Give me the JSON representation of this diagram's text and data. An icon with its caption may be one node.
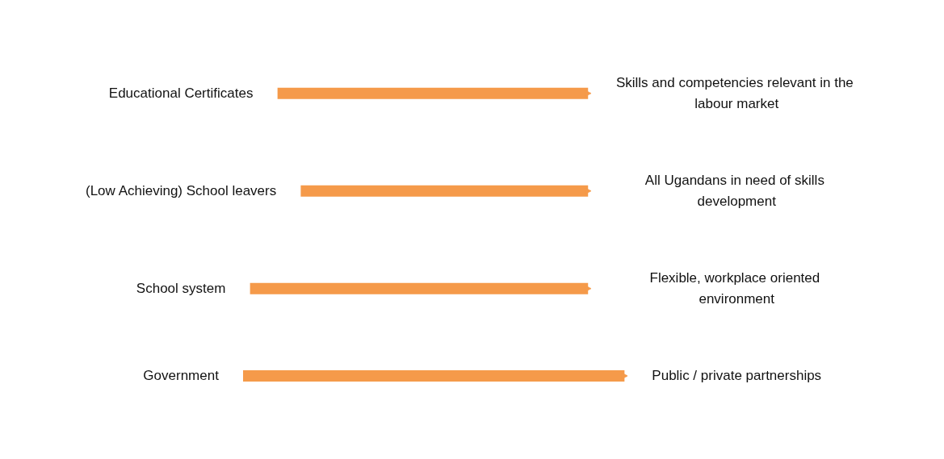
{
  "diagram": {
    "nodes": [
      {
        "text": [
          "Educational Certificates"
        ]
      },
      {
        "text": [
          "Skills and competencies relevant in the labour market"
        ]
      },
      {
        "text": [
          "(Low Achieving) School leavers"
        ]
      },
      {
        "text": [
          "All Ugandans in need of skills development"
        ]
      },
      {
        "text": [
          "School system"
        ]
      },
      {
        "text": [
          "Flexible, workplace oriented environment"
        ]
      },
      {
        "text": [
          "Government"
        ]
      },
      {
        "text": [
          "Public / private partnerships"
        ]
      }
    ],
    "edges": [
      {
        "from": 0,
        "to": 1,
        "arrow": "to"
      },
      {
        "from": 2,
        "to": 3,
        "arrow": "to"
      },
      {
        "from": 4,
        "to": 5,
        "arrow": "to"
      },
      {
        "from": 6,
        "to": 7,
        "arrow": "to"
      }
    ]
  }
}
